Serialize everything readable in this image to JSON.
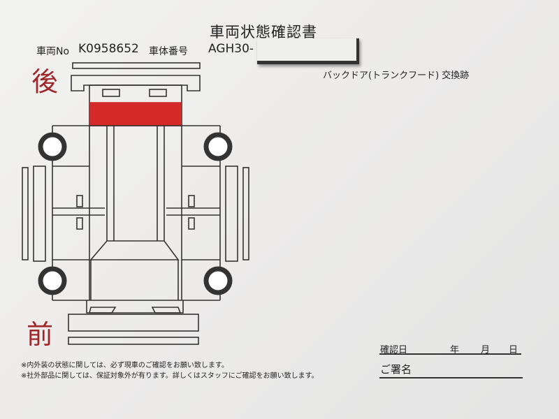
{
  "document": {
    "title": "車両状態確認書",
    "vehicle_no_label": "車両No",
    "vehicle_no": "K0958652",
    "chassis_label": "車体番号",
    "chassis_no": "AGH30-",
    "rear_label": "後",
    "front_label": "前",
    "annotation": "バックドア(トランクフード) 交換跡",
    "notes": [
      "※内外装の状態に関しては、必ず現車のご確認をお願い致します。",
      "※社外部品に関しては、保証対象外が有ります。詳しくはスタッフにご確認をお願い致します。"
    ],
    "confirm_date_label": "確認日",
    "year_label": "年",
    "month_label": "月",
    "day_label": "日",
    "signature_label": "ご署名",
    "highlight_color": "#d42a2a"
  }
}
